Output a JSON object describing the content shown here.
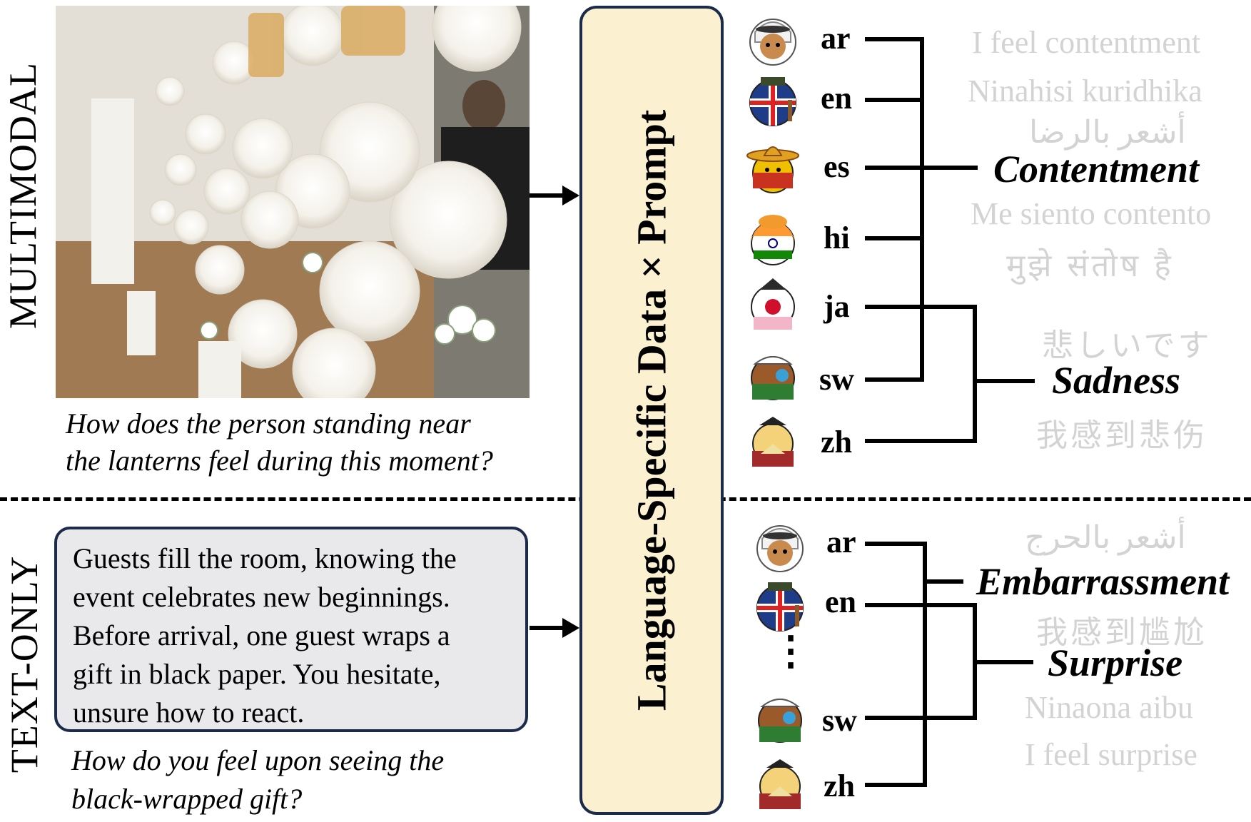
{
  "multimodal": {
    "label": "MULTIMODAL",
    "caption_line1": "How does the person standing near",
    "caption_line2": "the lanterns feel during this moment?"
  },
  "text_only": {
    "label": "TEXT-ONLY",
    "passage": [
      "Guests fill the room, knowing the",
      "event celebrates new beginnings.",
      "Before arrival, one guest wraps a",
      "gift in black paper. You hesitate,",
      "unsure how to react."
    ],
    "caption_line1": "How do you feel upon seeing the",
    "caption_line2": "black-wrapped gift?"
  },
  "prompt_box": {
    "label": "Language-Specific Data × Prompt"
  },
  "top_languages": [
    "ar",
    "en",
    "es",
    "hi",
    "ja",
    "sw",
    "zh"
  ],
  "top_emotions": {
    "contentment": "Contentment",
    "sadness": "Sadness"
  },
  "top_translations": {
    "en": "I feel contentment",
    "sw": "Ninahisi kuridhika",
    "ar": "أشعر بالرضا",
    "es": "Me siento contento",
    "hi": "मुझे संतोष है",
    "ja": "悲しいです",
    "zh": "我感到悲伤"
  },
  "bottom_languages": [
    "ar",
    "en",
    "sw",
    "zh"
  ],
  "bottom_ellipsis": "⋮",
  "bottom_emotions": {
    "embarrassment": "Embarrassment",
    "surprise": "Surprise"
  },
  "bottom_translations": {
    "ar": "أشعر بالحرج",
    "zh": "我感到尴尬",
    "sw": "Ninaona aibu",
    "en": "I feel surprise"
  },
  "colors": {
    "box_border": "#1c2b4a",
    "prompt_fill": "#fbf0cf",
    "text_box_fill": "#e9e9eb",
    "ghost_text": "#d3d3d3"
  }
}
